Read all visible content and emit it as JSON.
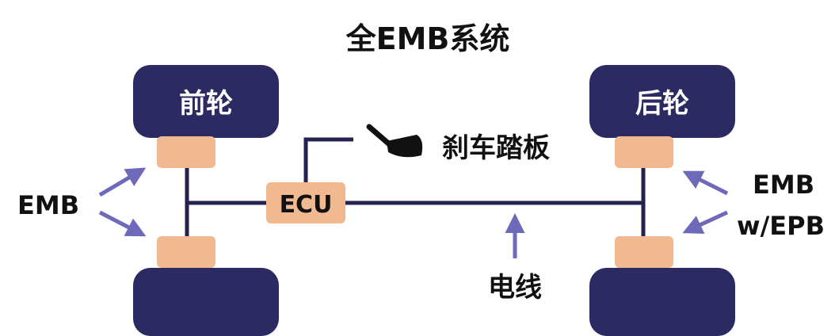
{
  "title": "全EMB系统",
  "front_wheel_label": "前轮",
  "rear_wheel_label": "后轮",
  "ecu_label": "ECU",
  "pedal_label": "刹车踏板",
  "wire_label": "电线",
  "emb_left_label": "EMB",
  "emb_right_label_line1": "EMB",
  "emb_right_label_line2": "w/EPB",
  "colors": {
    "wheel": "#2b2a62",
    "brake_block": "#f1b98f",
    "line": "#24234f",
    "arrow": "#6e69b8",
    "text": "#111111",
    "wheel_text": "#ffffff"
  },
  "icons": [
    "brake-pedal-icon",
    "arrow-icon"
  ]
}
